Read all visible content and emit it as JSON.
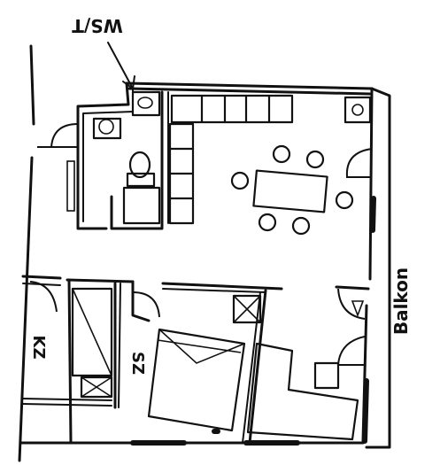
{
  "labels": {
    "wsit": "WS/T",
    "kz": "KZ",
    "sz": "SZ",
    "balkon": "Balkon"
  }
}
